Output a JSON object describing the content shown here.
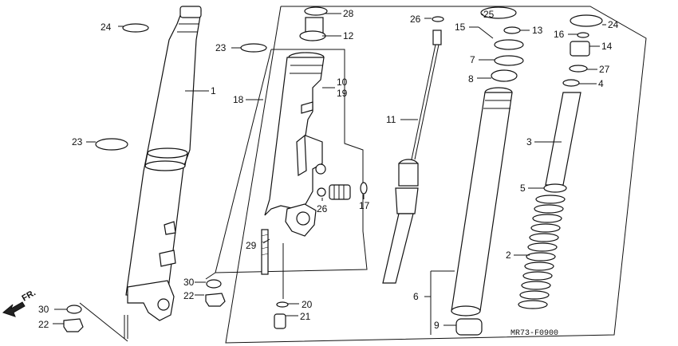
{
  "callouts": {
    "c1": "1",
    "c2": "2",
    "c3": "3",
    "c4": "4",
    "c5": "5",
    "c6": "6",
    "c7": "7",
    "c8": "8",
    "c9": "9",
    "c10": "10",
    "c11": "11",
    "c12": "12",
    "c13": "13",
    "c14": "14",
    "c15": "15",
    "c16": "16",
    "c17": "17",
    "c18": "18",
    "c19": "19",
    "c20": "20",
    "c21": "21",
    "c22a": "22",
    "c22b": "22",
    "c23a": "23",
    "c23b": "23",
    "c24a": "24",
    "c24b": "24",
    "c25": "25",
    "c26a": "26",
    "c26b": "26",
    "c27": "27",
    "c28": "28",
    "c29": "29",
    "c30a": "30",
    "c30b": "30"
  },
  "direction_label": "FR.",
  "diagram_code": "MR73-F0900"
}
